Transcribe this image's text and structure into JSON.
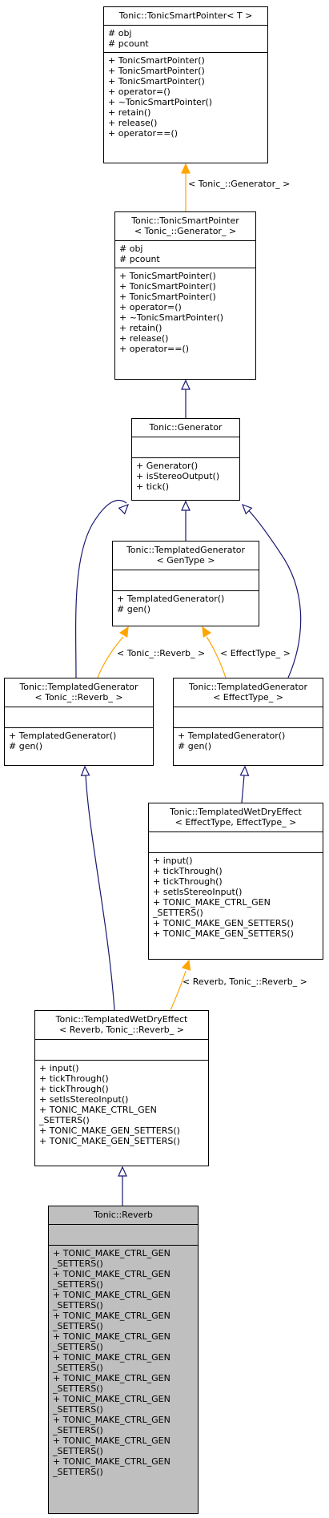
{
  "colors": {
    "inheritance": "#191970",
    "template": "#ffa500",
    "highlight": "#bfbfbf"
  },
  "nodes": {
    "smart_ptr_t": {
      "title": [
        "Tonic::TonicSmartPointer< T >"
      ],
      "attrs": [
        "# obj",
        "# pcount"
      ],
      "methods": [
        "+ TonicSmartPointer()",
        "+ TonicSmartPointer()",
        "+ TonicSmartPointer()",
        "+ operator=()",
        "+ ~TonicSmartPointer()",
        "+ retain()",
        "+ release()",
        "+ operator==()"
      ]
    },
    "smart_ptr_gen": {
      "title": [
        "Tonic::TonicSmartPointer",
        "< Tonic_::Generator_ >"
      ],
      "attrs": [
        "# obj",
        "# pcount"
      ],
      "methods": [
        "+ TonicSmartPointer()",
        "+ TonicSmartPointer()",
        "+ TonicSmartPointer()",
        "+ operator=()",
        "+ ~TonicSmartPointer()",
        "+ retain()",
        "+ release()",
        "+ operator==()"
      ]
    },
    "generator": {
      "title": [
        "Tonic::Generator"
      ],
      "attrs": [],
      "methods": [
        "+ Generator()",
        "+ isStereoOutput()",
        "+ tick()"
      ]
    },
    "templ_gen_gentype": {
      "title": [
        "Tonic::TemplatedGenerator",
        "< GenType >"
      ],
      "attrs": [],
      "methods": [
        "+ TemplatedGenerator()",
        "# gen()"
      ]
    },
    "templ_gen_reverb": {
      "title": [
        "Tonic::TemplatedGenerator",
        "< Tonic_::Reverb_ >"
      ],
      "attrs": [],
      "methods": [
        "+ TemplatedGenerator()",
        "# gen()"
      ]
    },
    "templ_gen_effect": {
      "title": [
        "Tonic::TemplatedGenerator",
        "< EffectType_ >"
      ],
      "attrs": [],
      "methods": [
        "+ TemplatedGenerator()",
        "# gen()"
      ]
    },
    "wetdry_effect": {
      "title": [
        "Tonic::TemplatedWetDryEffect",
        "< EffectType, EffectType_ >"
      ],
      "attrs": [],
      "methods": [
        "+ input()",
        "+ tickThrough()",
        "+ tickThrough()",
        "+ setIsStereoInput()",
        "+ TONIC_MAKE_CTRL_GEN",
        "_SETTERS()",
        "+ TONIC_MAKE_GEN_SETTERS()",
        "+ TONIC_MAKE_GEN_SETTERS()"
      ]
    },
    "wetdry_reverb": {
      "title": [
        "Tonic::TemplatedWetDryEffect",
        "< Reverb, Tonic_::Reverb_ >"
      ],
      "attrs": [],
      "methods": [
        "+ input()",
        "+ tickThrough()",
        "+ tickThrough()",
        "+ setIsStereoInput()",
        "+ TONIC_MAKE_CTRL_GEN",
        "_SETTERS()",
        "+ TONIC_MAKE_GEN_SETTERS()",
        "+ TONIC_MAKE_GEN_SETTERS()"
      ]
    },
    "reverb": {
      "title": [
        "Tonic::Reverb"
      ],
      "attrs": [],
      "methods": [
        "+ TONIC_MAKE_CTRL_GEN",
        "_SETTERS()",
        "+ TONIC_MAKE_CTRL_GEN",
        "_SETTERS()",
        "+ TONIC_MAKE_CTRL_GEN",
        "_SETTERS()",
        "+ TONIC_MAKE_CTRL_GEN",
        "_SETTERS()",
        "+ TONIC_MAKE_CTRL_GEN",
        "_SETTERS()",
        "+ TONIC_MAKE_CTRL_GEN",
        "_SETTERS()",
        "+ TONIC_MAKE_CTRL_GEN",
        "_SETTERS()",
        "+ TONIC_MAKE_CTRL_GEN",
        "_SETTERS()",
        "+ TONIC_MAKE_CTRL_GEN",
        "_SETTERS()",
        "+ TONIC_MAKE_CTRL_GEN",
        "_SETTERS()",
        "+ TONIC_MAKE_CTRL_GEN",
        "_SETTERS()"
      ]
    }
  },
  "edge_labels": {
    "generator_binding": "< Tonic_::Generator_ >",
    "reverb_binding": "< Tonic_::Reverb_ >",
    "effect_binding": "< EffectType_ >",
    "wetdry_binding": "< Reverb, Tonic_::Reverb_ >"
  }
}
